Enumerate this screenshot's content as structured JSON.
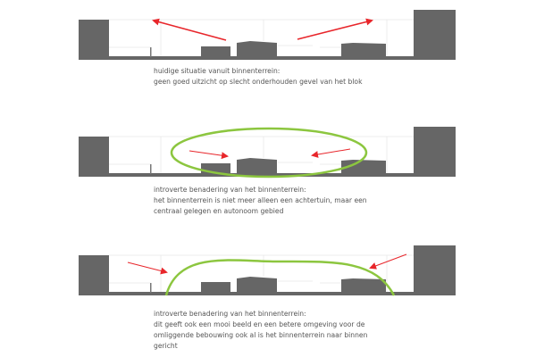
{
  "colors": {
    "building": "#666666",
    "arrow": "#e8262b",
    "green": "#8cc63f",
    "text": "#555555"
  },
  "sections": [
    {
      "caption": [
        "huidige situatie vanuit binnenterrein:",
        "geen goed uitzicht op slecht onderhouden gevel van het blok"
      ]
    },
    {
      "caption": [
        "introverte benadering van het binnenterrein:",
        "het binnenterrein is niet meer alleen een achtertuin, maar een",
        "centraal gelegen en autonoom gebied"
      ]
    },
    {
      "caption": [
        "introverte benadering van het binnenterrein:",
        "dit geeft ook een mooi beeld en een betere omgeving voor de",
        "omliggende bebouwing ook al is het binnenterrein naar binnen",
        "gericht"
      ]
    }
  ]
}
